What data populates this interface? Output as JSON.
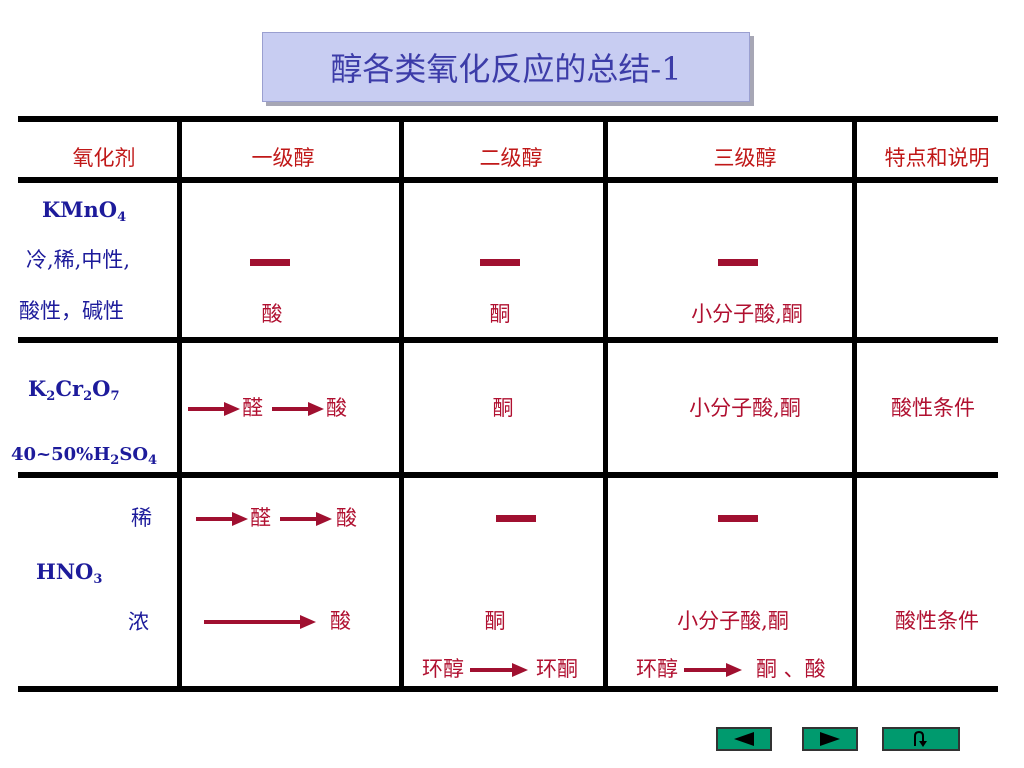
{
  "slide": {
    "title": "醇各类氧化反应的总结-1"
  },
  "table": {
    "headers": [
      "氧化剂",
      "一级醇",
      "二级醇",
      "三级醇",
      "特点和说明"
    ],
    "row1": {
      "reagent": {
        "main": "KMnO",
        "sub": "4"
      },
      "line2": "冷,稀,中性,",
      "line3": "酸性，碱性",
      "primary": "酸",
      "secondary": "酮",
      "tertiary": "小分子酸,酮",
      "note": ""
    },
    "row2": {
      "reagent": {
        "p1": "K",
        "s1": "2",
        "p2": "Cr",
        "s2": "2",
        "p3": "O",
        "s3": "7"
      },
      "condition": {
        "p1": "40~50%H",
        "s1": "2",
        "p2": "SO",
        "s2": "4"
      },
      "primary_mid": "醛",
      "primary_end": "酸",
      "secondary": "酮",
      "tertiary": "小分子酸,酮",
      "note": "酸性条件"
    },
    "row3": {
      "dilute": "稀",
      "reagent": {
        "main": "HNO",
        "sub": "3"
      },
      "conc": "浓",
      "primary_dilute_mid": "醛",
      "primary_dilute_end": "酸",
      "primary_conc_end": "酸",
      "secondary": "酮",
      "secondary_cyclic_from": "环醇",
      "secondary_cyclic_to": "环酮",
      "tertiary": "小分子酸,酮",
      "tertiary_cyclic_from": "环醇",
      "tertiary_cyclic_to": "酮 、酸",
      "note": "酸性条件"
    }
  },
  "nav": {
    "prev": "previous-slide",
    "next": "next-slide",
    "return": "return"
  },
  "colors": {
    "header_text": "#c01818",
    "body_text": "#b01030",
    "reagent_text": "#1d1b9b",
    "title_bg": "#c8cdf2",
    "nav_bg": "#009a6e"
  }
}
